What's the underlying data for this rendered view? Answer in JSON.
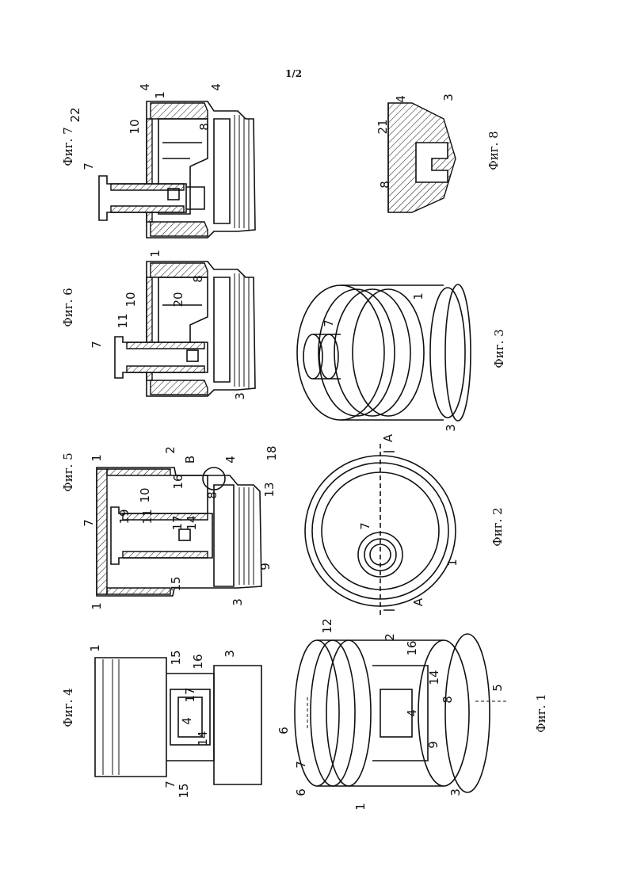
{
  "page_number": "1/2",
  "figures": [
    {
      "id": "fig1",
      "caption": "Фиг. 1"
    },
    {
      "id": "fig2",
      "caption": "Фиг. 2"
    },
    {
      "id": "fig3",
      "caption": "Фиг. 3"
    },
    {
      "id": "fig4",
      "caption": "Фиг. 4"
    },
    {
      "id": "fig5",
      "caption": "Фиг. 5"
    },
    {
      "id": "fig6",
      "caption": "Фиг. 6"
    },
    {
      "id": "fig7",
      "caption": "Фиг. 7"
    },
    {
      "id": "fig8",
      "caption": "Фиг. 8"
    }
  ],
  "reference_labels": {
    "fig1": [
      "12",
      "2",
      "16",
      "14",
      "8",
      "4",
      "9",
      "6",
      "6",
      "7",
      "1",
      "3",
      "5"
    ],
    "fig2": [
      "A",
      "A",
      "7",
      "1"
    ],
    "fig3": [
      "7",
      "1",
      "3"
    ],
    "fig4": [
      "1",
      "15",
      "16",
      "3",
      "17",
      "4",
      "14",
      "7",
      "15"
    ],
    "fig5": [
      "1",
      "2",
      "B",
      "4",
      "18",
      "16",
      "10",
      "8",
      "13",
      "19",
      "11",
      "7",
      "17",
      "14",
      "1",
      "15",
      "3",
      "9"
    ],
    "fig6": [
      "1",
      "8",
      "20",
      "10",
      "11",
      "7",
      "3"
    ],
    "fig7": [
      "22",
      "7",
      "4",
      "1",
      "4",
      "10",
      "8"
    ],
    "fig8": [
      "21",
      "4",
      "3",
      "8"
    ]
  }
}
